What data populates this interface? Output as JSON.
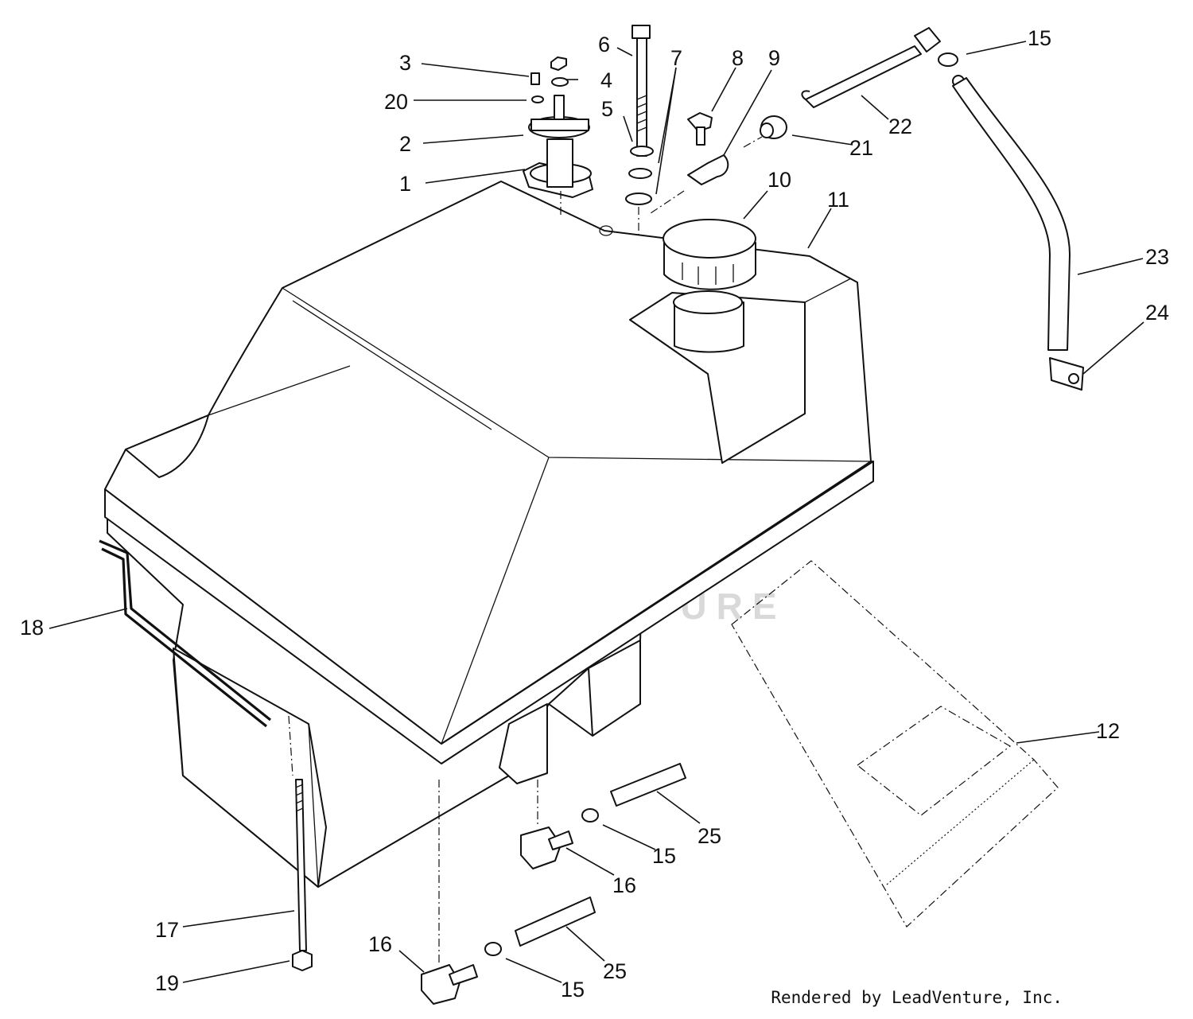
{
  "watermark": {
    "text": "LEADVENTURE"
  },
  "credit": "Rendered by LeadVenture, Inc.",
  "callouts": [
    {
      "id": "c1",
      "label": "1"
    },
    {
      "id": "c2",
      "label": "2"
    },
    {
      "id": "c3",
      "label": "3"
    },
    {
      "id": "c4",
      "label": "4"
    },
    {
      "id": "c5",
      "label": "5"
    },
    {
      "id": "c6",
      "label": "6"
    },
    {
      "id": "c7",
      "label": "7"
    },
    {
      "id": "c8",
      "label": "8"
    },
    {
      "id": "c9",
      "label": "9"
    },
    {
      "id": "c10",
      "label": "10"
    },
    {
      "id": "c11",
      "label": "11"
    },
    {
      "id": "c12",
      "label": "12"
    },
    {
      "id": "c15a",
      "label": "15"
    },
    {
      "id": "c15b",
      "label": "15"
    },
    {
      "id": "c15c",
      "label": "15"
    },
    {
      "id": "c16a",
      "label": "16"
    },
    {
      "id": "c16b",
      "label": "16"
    },
    {
      "id": "c17",
      "label": "17"
    },
    {
      "id": "c18",
      "label": "18"
    },
    {
      "id": "c19",
      "label": "19"
    },
    {
      "id": "c20",
      "label": "20"
    },
    {
      "id": "c21",
      "label": "21"
    },
    {
      "id": "c22",
      "label": "22"
    },
    {
      "id": "c23",
      "label": "23"
    },
    {
      "id": "c24",
      "label": "24"
    },
    {
      "id": "c25a",
      "label": "25"
    },
    {
      "id": "c25b",
      "label": "25"
    }
  ]
}
